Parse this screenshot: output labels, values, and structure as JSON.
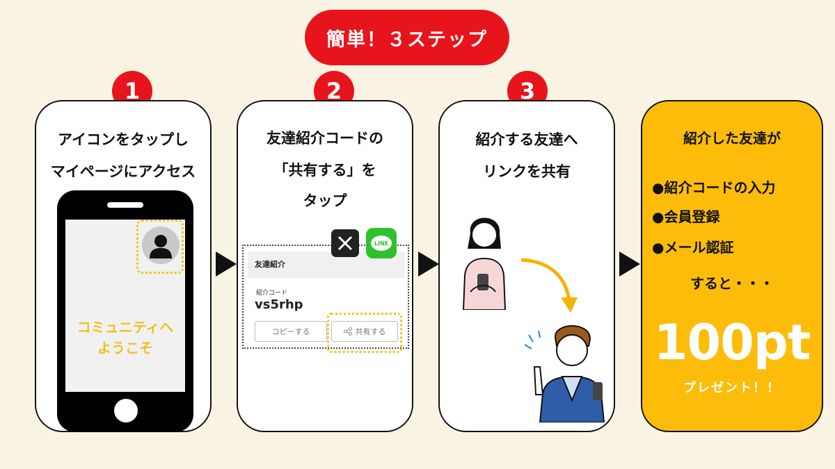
{
  "header": {
    "title": "簡単！３ステップ"
  },
  "steps": [
    {
      "number": "1",
      "title_lines": [
        "アイコンをタップし",
        "マイページにアクセス"
      ],
      "screen_text": [
        "コミュニティへ",
        "ようこそ"
      ]
    },
    {
      "number": "2",
      "title_lines": [
        "友達紹介コードの",
        "「共有する」を",
        "タップ"
      ],
      "share_ui": {
        "heading": "友達紹介",
        "code_label": "紹介コード",
        "code_value": "vs5rhp",
        "copy_label": "コピーする",
        "share_label": "共有する",
        "line_badge": "LINE"
      }
    },
    {
      "number": "3",
      "title_lines": [
        "紹介する友達へ",
        "リンクを共有"
      ]
    }
  ],
  "result": {
    "title": "紹介した友達が",
    "conditions": [
      "●紹介コードの入力",
      "●会員登録",
      "●メール認証"
    ],
    "then": "すると・・・",
    "points": "100pt",
    "present": "プレゼント！！"
  },
  "colors": {
    "accent_red": "#e8141c",
    "gold": "#fdbc0a",
    "highlight_yellow": "#f0c41c",
    "background": "#f8f3e3"
  }
}
